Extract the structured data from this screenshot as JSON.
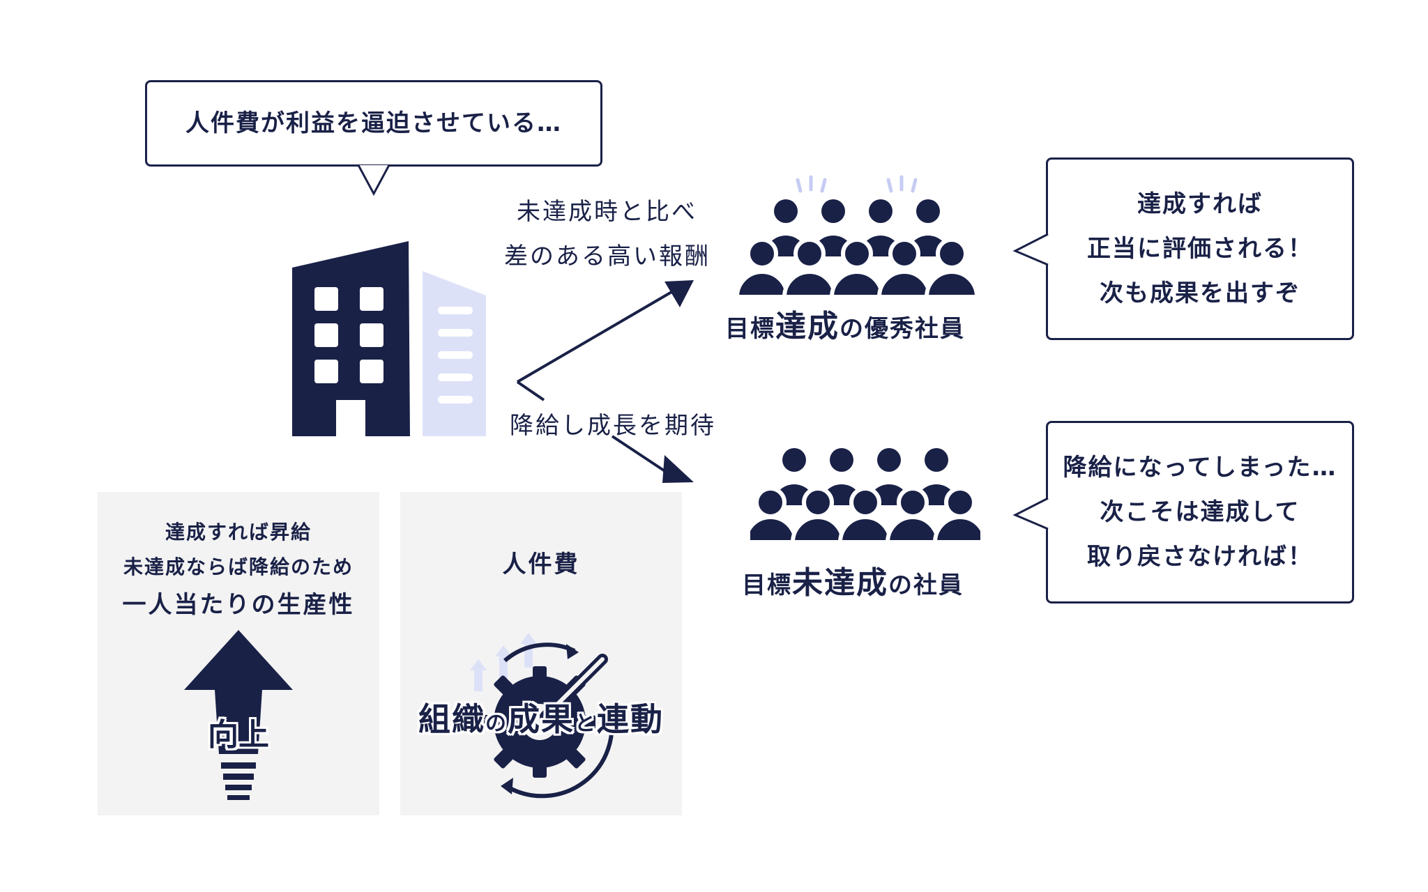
{
  "company_bubble": {
    "text": "人件費が利益を逼迫させている…"
  },
  "arrow_upper_label": {
    "line1": "未達成時と比べ",
    "line2": "差のある高い報酬"
  },
  "arrow_lower_label": {
    "text": "降給し成長を期待"
  },
  "achievers": {
    "title_prefix": "目標",
    "title_emphasis": "達成",
    "title_suffix": "の優秀社員",
    "bubble": {
      "line1": "達成すれば",
      "line2": "正当に評価される！",
      "line3": "次も成果を出すぞ"
    }
  },
  "non_achievers": {
    "title_prefix": "目標",
    "title_emphasis": "未達成",
    "title_suffix": "の社員",
    "bubble": {
      "line1": "降給になってしまった…",
      "line2": "次こそは達成して",
      "line3": "取り戻さなければ！"
    }
  },
  "panel_productivity": {
    "line1": "達成すれば昇給",
    "line2": "未達成ならば降給のため",
    "line3": "一人当たりの生産性",
    "overlay": "向上"
  },
  "panel_cost": {
    "title": "人件費",
    "overlay_part1": "組織",
    "overlay_part2": "の",
    "overlay_part3": "成果",
    "overlay_part4": "と",
    "overlay_part5": "連動"
  },
  "colors": {
    "navy": "#1a2147",
    "light_blue": "#dde1f8",
    "panel_bg": "#f3f3f3"
  },
  "icons": [
    "building-icon",
    "people-group-icon",
    "up-arrow-icon",
    "gear-cycle-icon"
  ]
}
